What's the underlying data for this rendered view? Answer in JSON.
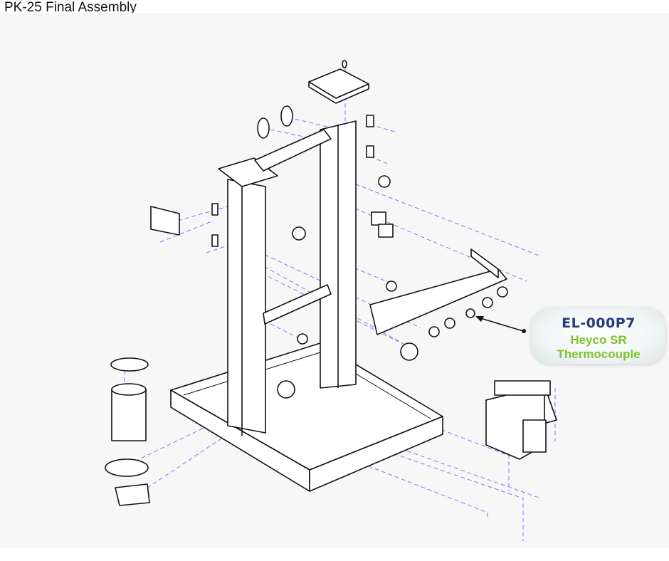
{
  "page": {
    "title": "PK-25 Final Assembly"
  },
  "callout": {
    "part_number": "EL-000P7",
    "part_name": "Heyco SR Thermocouple"
  },
  "colors": {
    "part_number": "#223c7a",
    "part_name": "#7dc22c",
    "leader_line": "#111111",
    "exploded_lines": "#7a7aee"
  }
}
